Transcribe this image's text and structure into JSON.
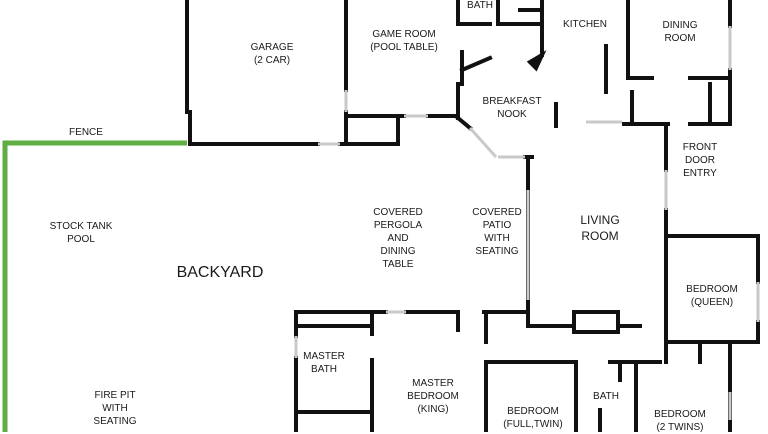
{
  "rooms": {
    "bath_top": "BATH",
    "kitchen": "KITCHEN",
    "dining_room": "DINING\nROOM",
    "garage": "GARAGE\n(2 CAR)",
    "game_room": "GAME ROOM\n(POOL TABLE)",
    "breakfast_nook": "BREAKFAST\nNOOK",
    "fence": "FENCE",
    "front_door_entry": "FRONT\nDOOR\nENTRY",
    "stock_tank_pool": "STOCK TANK\nPOOL",
    "covered_pergola": "COVERED\nPERGOLA\nAND\nDINING\nTABLE",
    "covered_patio": "COVERED\nPATIO\nWITH\nSEATING",
    "living_room": "LIVING\nROOM",
    "backyard": "BACKYARD",
    "bedroom_queen": "BEDROOM\n(QUEEN)",
    "master_bath": "MASTER\nBATH",
    "master_bedroom": "MASTER\nBEDROOM\n(KING)",
    "fire_pit": "FIRE PIT\nWITH\nSEATING",
    "bedroom_full_twin": "BEDROOM\n(FULL,TWIN)",
    "bath_bottom": "BATH",
    "bedroom_two_twins": "BEDROOM\n(2 TWINS)"
  },
  "colors": {
    "wall": "#111111",
    "fence": "#5fae43",
    "window": "#c9c9c9"
  }
}
